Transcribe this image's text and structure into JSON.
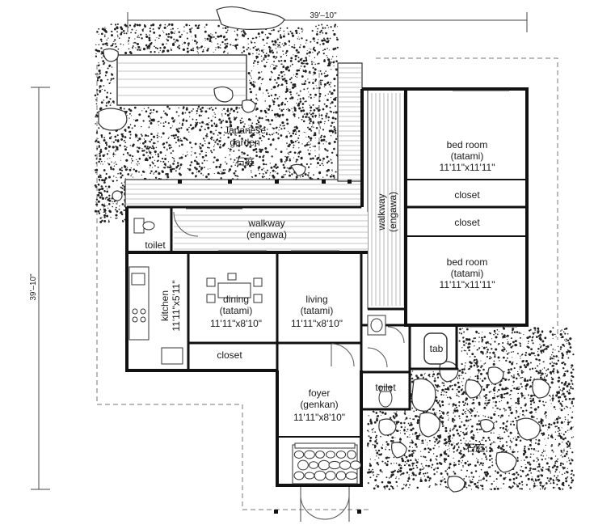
{
  "dimensions": {
    "width_label": "39'–10\"",
    "height_label": "39'–10\""
  },
  "rooms": {
    "garden": {
      "line1": "Japanese",
      "line2": "garden",
      "kanji": "石庭"
    },
    "bedroom_top": {
      "name": "bed room",
      "type": "(tatami)",
      "size": "11'11\"x11'11\""
    },
    "closet_top": {
      "name": "closet"
    },
    "closet_mid": {
      "name": "closet"
    },
    "bedroom_bottom": {
      "name": "bed room",
      "type": "(tatami)",
      "size": "11'11\"x11'11\""
    },
    "walkway_h": {
      "name": "walkway",
      "type": "(engawa)"
    },
    "walkway_v": {
      "name": "walkway",
      "type": "(engawa)"
    },
    "toilet_top": {
      "name": "toilet"
    },
    "kitchen": {
      "name": "kitchen",
      "size": "11'11\"x5'11\""
    },
    "dining": {
      "name": "dining",
      "type": "(tatami)",
      "size": "11'11\"x8'10\""
    },
    "living": {
      "name": "living",
      "type": "(tatami)",
      "size": "11'11\"x8'10\""
    },
    "closet_bottom": {
      "name": "closet"
    },
    "foyer": {
      "name": "foyer",
      "type": "(genkan)",
      "size": "11'11\"x8'10\""
    },
    "toilet_bottom": {
      "name": "toilet"
    },
    "tab": {
      "name": "tab"
    },
    "stones_label": {
      "text": "石庭"
    }
  }
}
